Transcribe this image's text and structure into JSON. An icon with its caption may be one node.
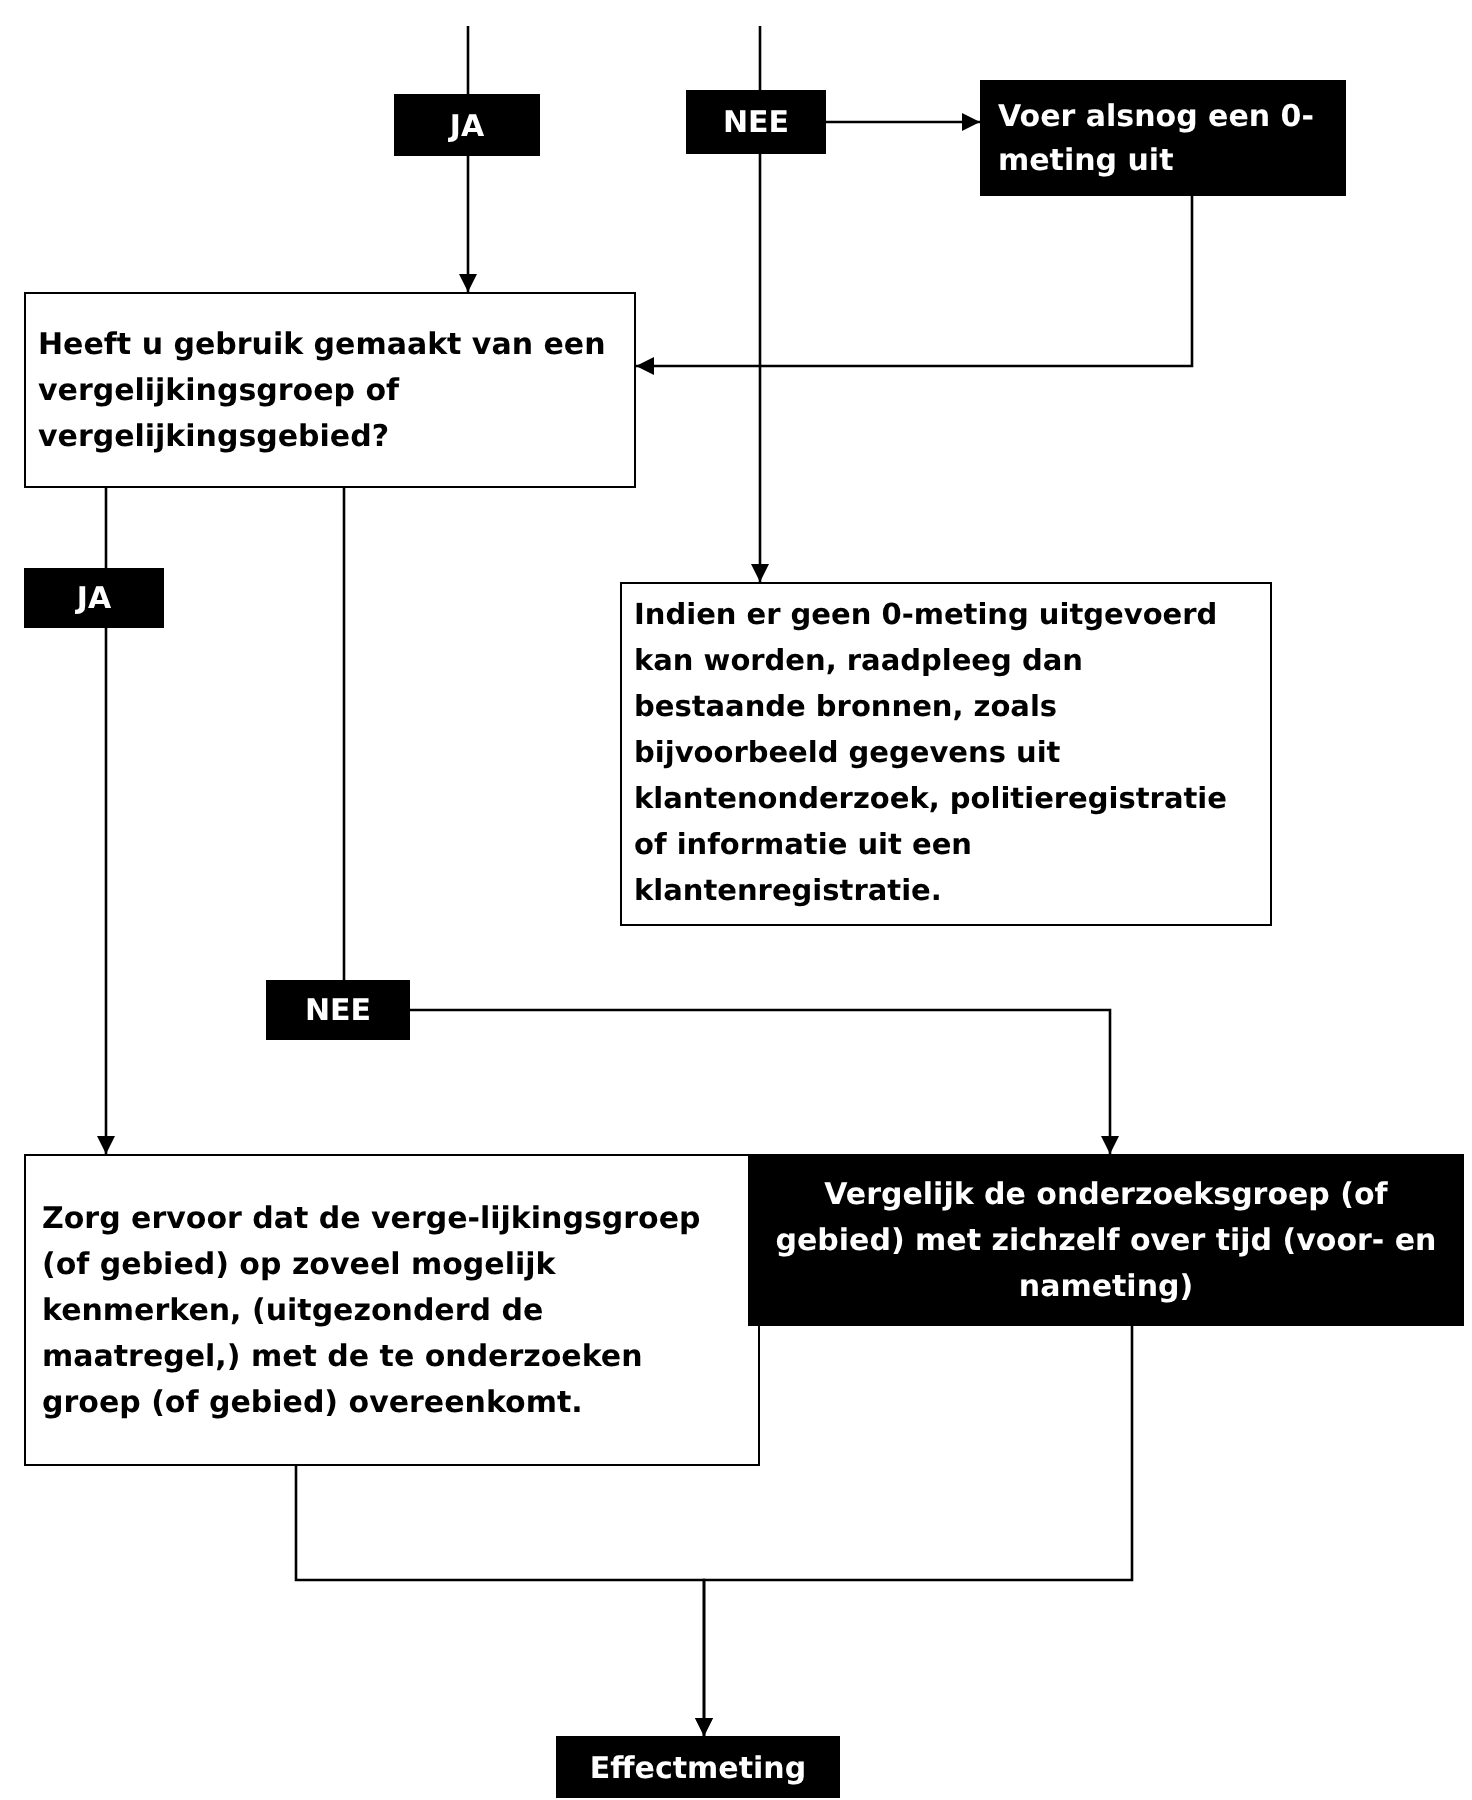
{
  "diagram": {
    "nodes": [
      {
        "text": [
          "JA"
        ]
      },
      {
        "text": [
          "NEE"
        ]
      },
      {
        "text": [
          "Voer alsnog een 0-meting uit"
        ]
      },
      {
        "text": [
          "Heeft u gebruik gemaakt van een vergelijkingsgroep of vergelijkingsgebied?"
        ]
      },
      {
        "text": [
          "Indien er geen 0-meting uitgevoerd kan worden, raadpleeg dan bestaande bronnen, zoals bijvoorbeeld gegevens uit klantenonderzoek, politieregistratie of informatie uit een klantenregistratie."
        ]
      },
      {
        "text": [
          "JA"
        ]
      },
      {
        "text": [
          "NEE"
        ]
      },
      {
        "text": [
          "Zorg ervoor dat de verge-lijkingsgroep (of gebied) op zoveel mogelijk kenmerken, (uitgezonderd de maatregel,) met de te onderzoeken groep (of gebied) overeenkomt."
        ]
      },
      {
        "text": [
          "Vergelijk de onderzoeksgroep (of gebied) met zichzelf over tijd (voor- en nameting)"
        ]
      },
      {
        "text": [
          "Effectmeting"
        ]
      }
    ],
    "edges": [
      {
        "from": null,
        "to": 0,
        "arrow": "none"
      },
      {
        "from": 0,
        "to": 3,
        "arrow": "to"
      },
      {
        "from": null,
        "to": 1,
        "arrow": "none"
      },
      {
        "from": 1,
        "to": 2,
        "arrow": "to"
      },
      {
        "from": 2,
        "to": 3,
        "arrow": "to"
      },
      {
        "from": 1,
        "to": 4,
        "arrow": "to"
      },
      {
        "from": 3,
        "to": 5,
        "arrow": "none"
      },
      {
        "from": 5,
        "to": 7,
        "arrow": "to"
      },
      {
        "from": 3,
        "to": 6,
        "arrow": "none"
      },
      {
        "from": 6,
        "to": 8,
        "arrow": "to"
      },
      {
        "from": 7,
        "to": 9,
        "arrow": "to"
      },
      {
        "from": 8,
        "to": 9,
        "arrow": "to"
      }
    ]
  }
}
